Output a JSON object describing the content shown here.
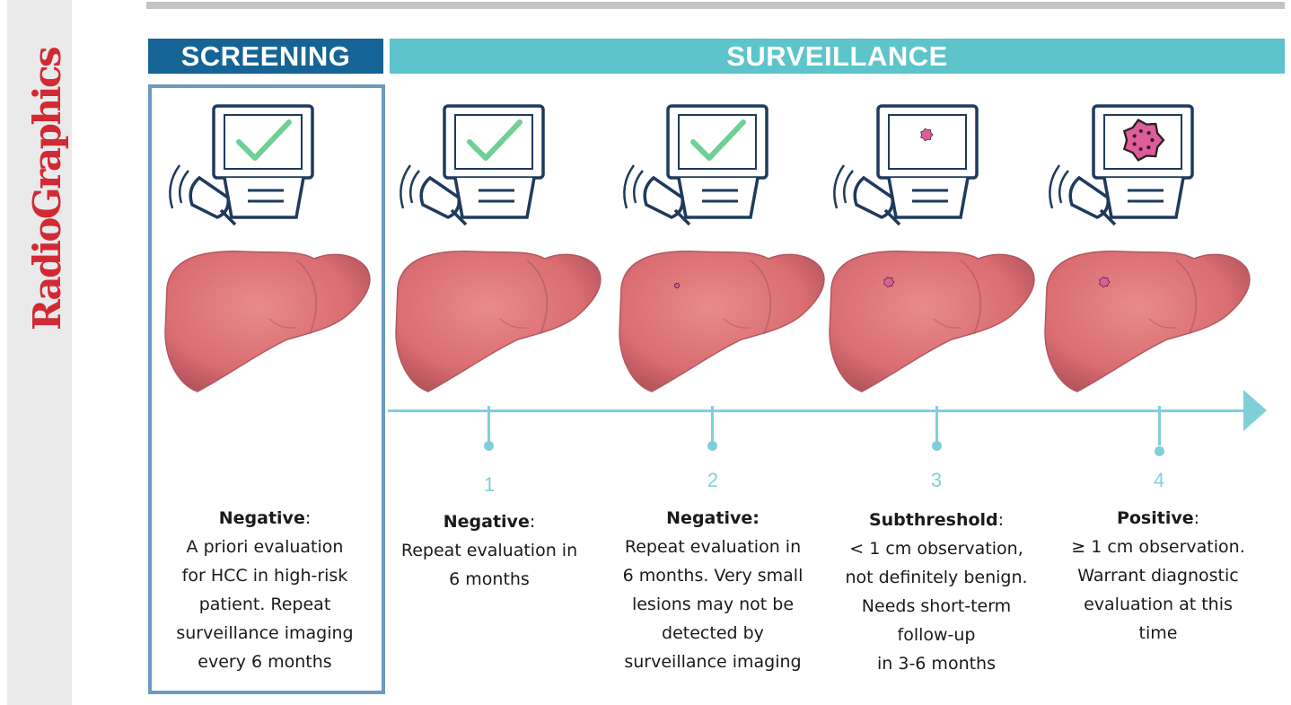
{
  "brand": "RadioGraphics",
  "headers": {
    "screening": "SCREENING",
    "surveillance": "SURVEILLANCE"
  },
  "timeline": {
    "steps": [
      "1",
      "2",
      "3",
      "4"
    ]
  },
  "descriptions": [
    {
      "title": "Negative",
      "suffix": ":",
      "lines": [
        "A priori evaluation",
        "for HCC in high-risk",
        "patient. Repeat",
        "surveillance imaging",
        "every 6 months"
      ]
    },
    {
      "title": "Negative",
      "suffix": ":",
      "lines": [
        "Repeat evaluation in",
        "6 months"
      ]
    },
    {
      "title": "Negative:",
      "suffix": "",
      "lines": [
        "Repeat evaluation in",
        "6 months. Very small",
        "lesions may not be",
        "detected by",
        "surveillance imaging"
      ]
    },
    {
      "title": "Subthreshold",
      "suffix": ":",
      "lines": [
        "< 1 cm observation,",
        "not definitely benign.",
        "Needs short-term",
        "follow-up",
        "in 3-6 months"
      ]
    },
    {
      "title": "Positive",
      "suffix": ":",
      "lines": [
        "≥ 1 cm observation.",
        "Warrant diagnostic",
        "evaluation at this",
        "time"
      ]
    }
  ],
  "panels": [
    {
      "monitor": "check",
      "liver_lesion": "none"
    },
    {
      "monitor": "check",
      "liver_lesion": "none"
    },
    {
      "monitor": "check",
      "liver_lesion": "tiny"
    },
    {
      "monitor": "small-lesion",
      "liver_lesion": "small"
    },
    {
      "monitor": "large-lesion",
      "liver_lesion": "small"
    }
  ],
  "colors": {
    "brand": "#d22a34",
    "screening": "#156495",
    "surveillance": "#5ec4cb",
    "timeline": "#7fd0d6",
    "check": "#6fcf97",
    "lesion": "#e05c9a",
    "monitor": "#1f3a5c"
  }
}
